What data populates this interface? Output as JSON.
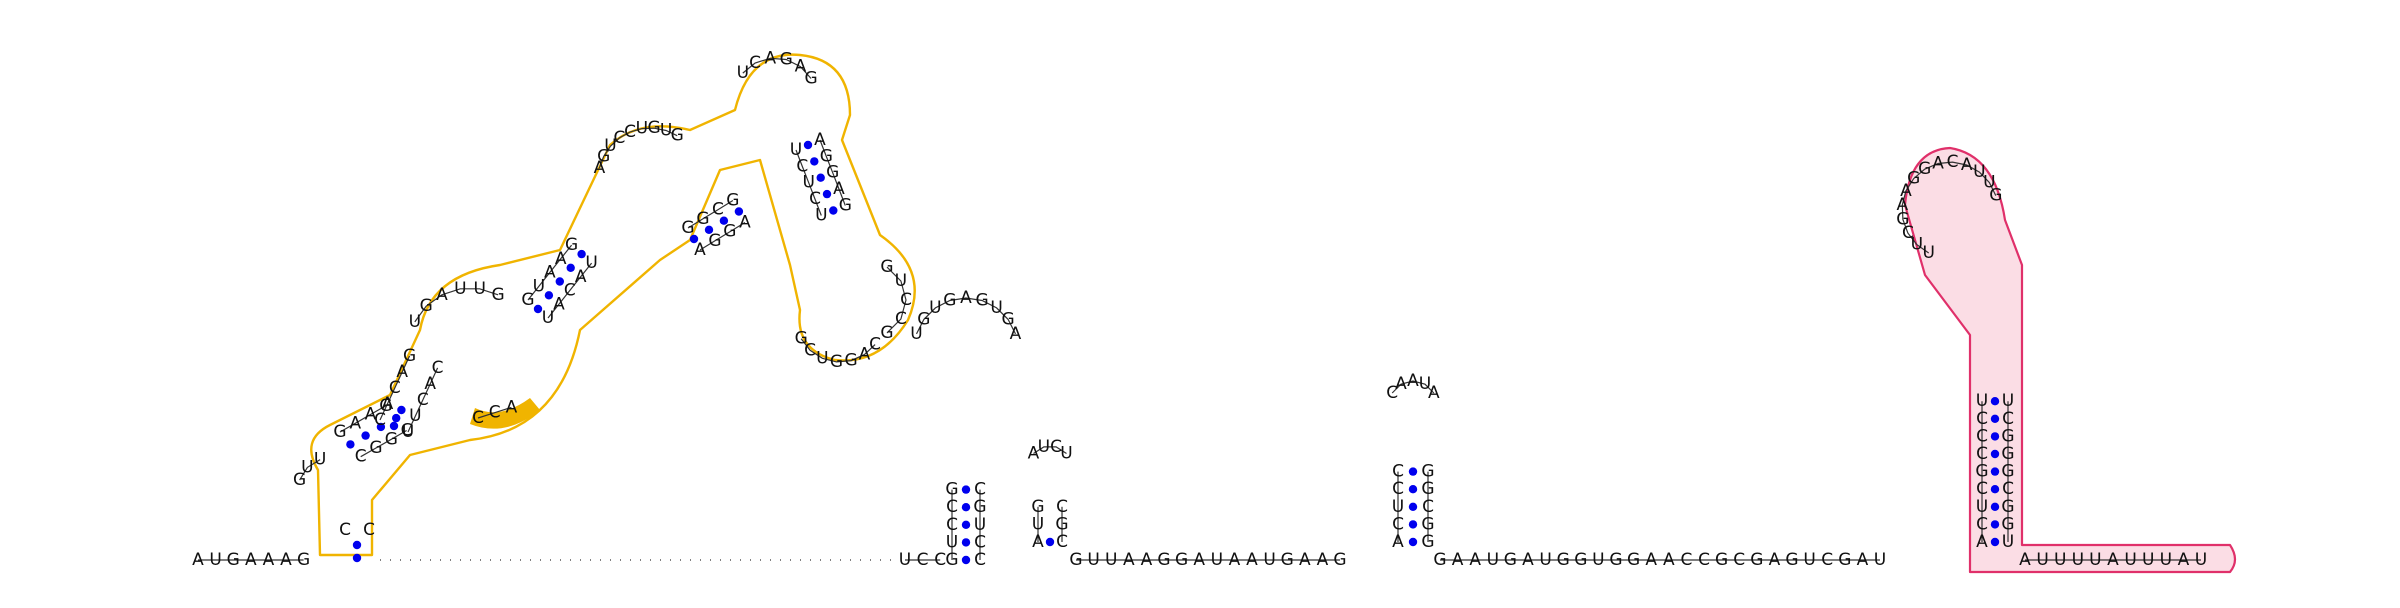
{
  "colors": {
    "highlight_yellow": "#f0b400",
    "highlight_pink": "#e0306a",
    "base_pair": "#0000ee"
  },
  "tail_5": "AUGAAAG",
  "upstream_5": "C",
  "upstream_3": "C",
  "yellow_region": {
    "stem1": {
      "left": "GAAG",
      "right": "CGGC"
    },
    "loop_small_left": "GUU",
    "stem2": {
      "left": "CACAG",
      "right": "UUCAC"
    },
    "loop_big": "UGAUUG",
    "loop_filled": "CCA",
    "stem3": {
      "left": "GUAAG",
      "right": "UACAU"
    },
    "loop_mid": "AGUCCUGUG",
    "stem4": {
      "left": "GGCG",
      "right": "AGGA"
    },
    "stem5": {
      "left": "CUCG",
      "right": "AGCU"
    },
    "loop_top": "UCAGAG",
    "stem6": {
      "left": "AGGAG",
      "right": "UCUCU"
    },
    "loop_right": "GUCCG",
    "terminal_loop": "CAGGUCG"
  },
  "hairpin_a": {
    "stem_left": "GUCCG",
    "stem_right": "CCUGC",
    "loop": "UGUGAGUGA"
  },
  "hairpin_b": {
    "stem_left": "AUG",
    "stem_right": "CGC",
    "loop": "AUCU"
  },
  "hairpin_c": {
    "stem_left": "ACUCC",
    "stem_right": "GGCGG",
    "loop": "CAAUA"
  },
  "spacer_1": "UCC",
  "spacer_2": "GUUAAGGAUAAUGAAG",
  "spacer_3": "GAAUGAUGGUGGAACCGCGAGUCGAU",
  "pink_region": {
    "stem_left": "ACUCGCCCU",
    "stem_right": "UGGCGGGCU",
    "loop": "UUCGAAGGACAUUG",
    "tail_3": "AUUUUAUUUAU"
  }
}
